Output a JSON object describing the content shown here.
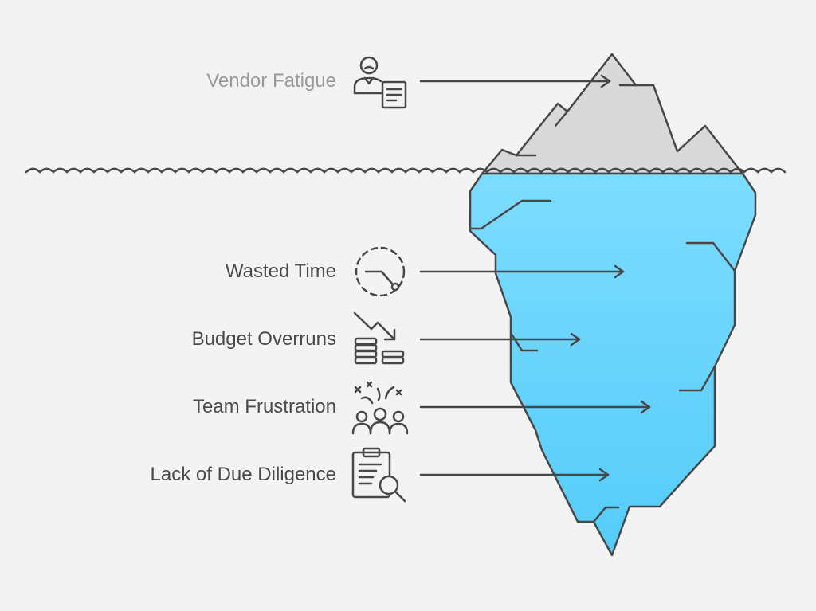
{
  "diagram": {
    "above_water": {
      "label": "Vendor Fatigue",
      "icon": "person-document-icon"
    },
    "below_water": [
      {
        "label": "Wasted Time",
        "icon": "timer-icon"
      },
      {
        "label": "Budget Overruns",
        "icon": "coins-down-icon"
      },
      {
        "label": "Team Frustration",
        "icon": "frustrated-team-icon"
      },
      {
        "label": "Lack of Due Diligence",
        "icon": "clipboard-search-icon"
      }
    ]
  },
  "colors": {
    "background": "#f3f3f3",
    "ice_above": "#d9d9d9",
    "ice_below_top": "#7ddcff",
    "ice_below_bottom": "#54ccf9",
    "stroke": "#474747",
    "label_above": "#9a9a9a",
    "label_below": "#4a4a4a"
  }
}
